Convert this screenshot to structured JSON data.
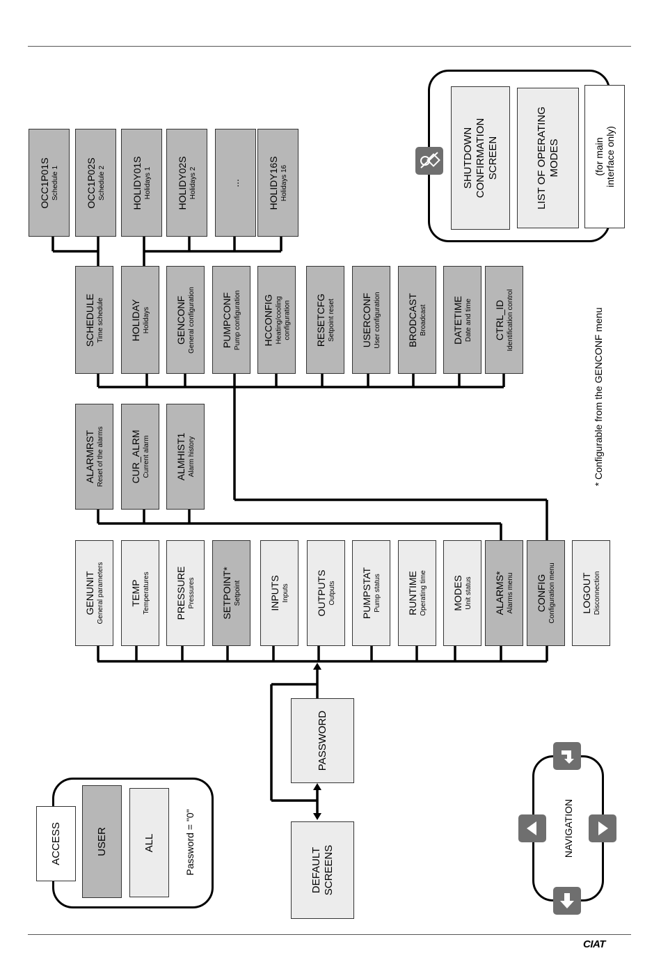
{
  "access": {
    "title": "ACCESS",
    "user": "USER",
    "all": "ALL",
    "password_note": "Password = \"0\""
  },
  "default_screens": "DEFAULT\nSCREENS",
  "password": "PASSWORD",
  "main_menu": [
    {
      "name": "GENUNIT",
      "desc": "General parameters"
    },
    {
      "name": "TEMP",
      "desc": "Temperatures"
    },
    {
      "name": "PRESSURE",
      "desc": "Pressures"
    },
    {
      "name": "SETPOINT*",
      "desc": "Setpoint"
    },
    {
      "name": "INPUTS",
      "desc": "Inputs"
    },
    {
      "name": "OUTPUTS",
      "desc": "Outputs"
    },
    {
      "name": "PUMPSTAT",
      "desc": "Pump status"
    },
    {
      "name": "RUNTIME",
      "desc": "Operating time"
    },
    {
      "name": "MODES",
      "desc": "Unit status"
    },
    {
      "name": "ALARMS*",
      "desc": "Alarms menu"
    },
    {
      "name": "CONFIG",
      "desc": "Configuration menu"
    },
    {
      "name": "LOGOUT",
      "desc": "Disconnection"
    }
  ],
  "alarm_menu": [
    {
      "name": "ALARMRST",
      "desc": "Reset of the alarms"
    },
    {
      "name": "CUR_ALRM",
      "desc": "Current alarm"
    },
    {
      "name": "ALMHIST1",
      "desc": "Alarm history"
    }
  ],
  "config_menu": [
    {
      "name": "SCHEDULE",
      "desc": "Time schedule"
    },
    {
      "name": "HOLIDAY",
      "desc": "Holidays"
    },
    {
      "name": "GENCONF",
      "desc": "General configuration"
    },
    {
      "name": "PUMPCONF",
      "desc": "Pump configuration"
    },
    {
      "name": "HCCONFIG",
      "desc": "Heating/cooling\nconfiguration"
    },
    {
      "name": "RESETCFG",
      "desc": "Setpoint reset"
    },
    {
      "name": "USERCONF",
      "desc": "User configuration"
    },
    {
      "name": "BRODCAST",
      "desc": "Broadcast"
    },
    {
      "name": "DATETIME",
      "desc": "Date and time"
    },
    {
      "name": "CTRL_ID",
      "desc": "Identification control"
    }
  ],
  "schedule_menu": [
    {
      "name": "OCC1P01S",
      "desc": "Schedule 1"
    },
    {
      "name": "OCC1P02S",
      "desc": "Schedule 2"
    },
    {
      "name": "HOLIDY01S",
      "desc": "Holidays 1"
    },
    {
      "name": "HOLIDY02S",
      "desc": "Holidays 2"
    },
    {
      "name": "...",
      "desc": ""
    },
    {
      "name": "HOLIDY16S",
      "desc": "Holidays 16"
    }
  ],
  "shutdown_panel": {
    "shutdown": "SHUTDOWN\nCONFIRMATION\nSCREEN",
    "modes": "LIST OF OPERATING\nMODES",
    "note": "(for main\ninterface only)",
    "icon": "shutdown-icon"
  },
  "footnote": "* Configurable from the GENCONF menu",
  "navigation": {
    "label": "NAVIGATION",
    "icons": [
      "enter-icon",
      "left-arrow-icon",
      "right-arrow-icon",
      "down-arrow-icon"
    ]
  },
  "logo": "CIAT"
}
